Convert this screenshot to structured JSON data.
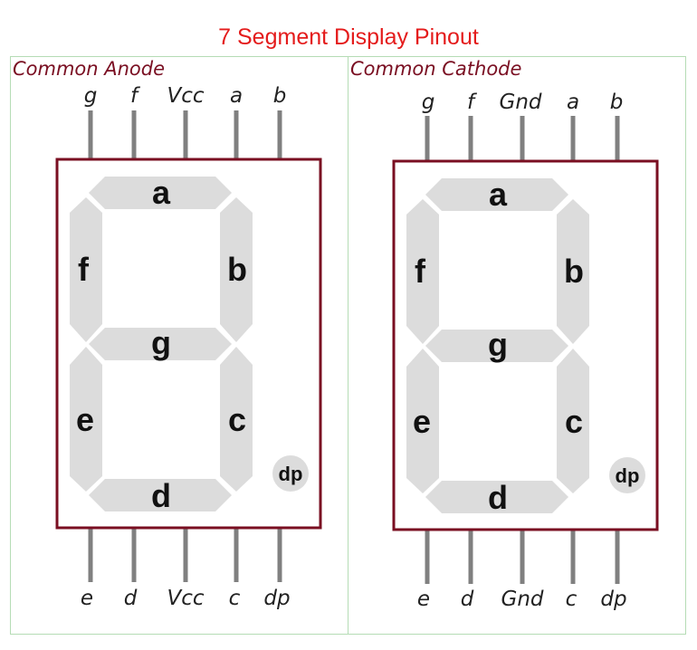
{
  "title": "7 Segment Display Pinout",
  "colors": {
    "title": "#e41b1b",
    "heading": "#7a0f22",
    "housing": "#7a0f22",
    "segment": "#dcdcdc",
    "pin": "#808080",
    "panel_border": "#b5dcb5"
  },
  "displays": [
    {
      "heading": "Common Anode",
      "top_pins": [
        "g",
        "f",
        "Vcc",
        "a",
        "b"
      ],
      "bottom_pins": [
        "e",
        "d",
        "Vcc",
        "c",
        "dp"
      ],
      "segments": {
        "a": "a",
        "b": "b",
        "c": "c",
        "d": "d",
        "e": "e",
        "f": "f",
        "g": "g",
        "dp": "dp"
      }
    },
    {
      "heading": "Common Cathode",
      "top_pins": [
        "g",
        "f",
        "Gnd",
        "a",
        "b"
      ],
      "bottom_pins": [
        "e",
        "d",
        "Gnd",
        "c",
        "dp"
      ],
      "segments": {
        "a": "a",
        "b": "b",
        "c": "c",
        "d": "d",
        "e": "e",
        "f": "f",
        "g": "g",
        "dp": "dp"
      }
    }
  ]
}
